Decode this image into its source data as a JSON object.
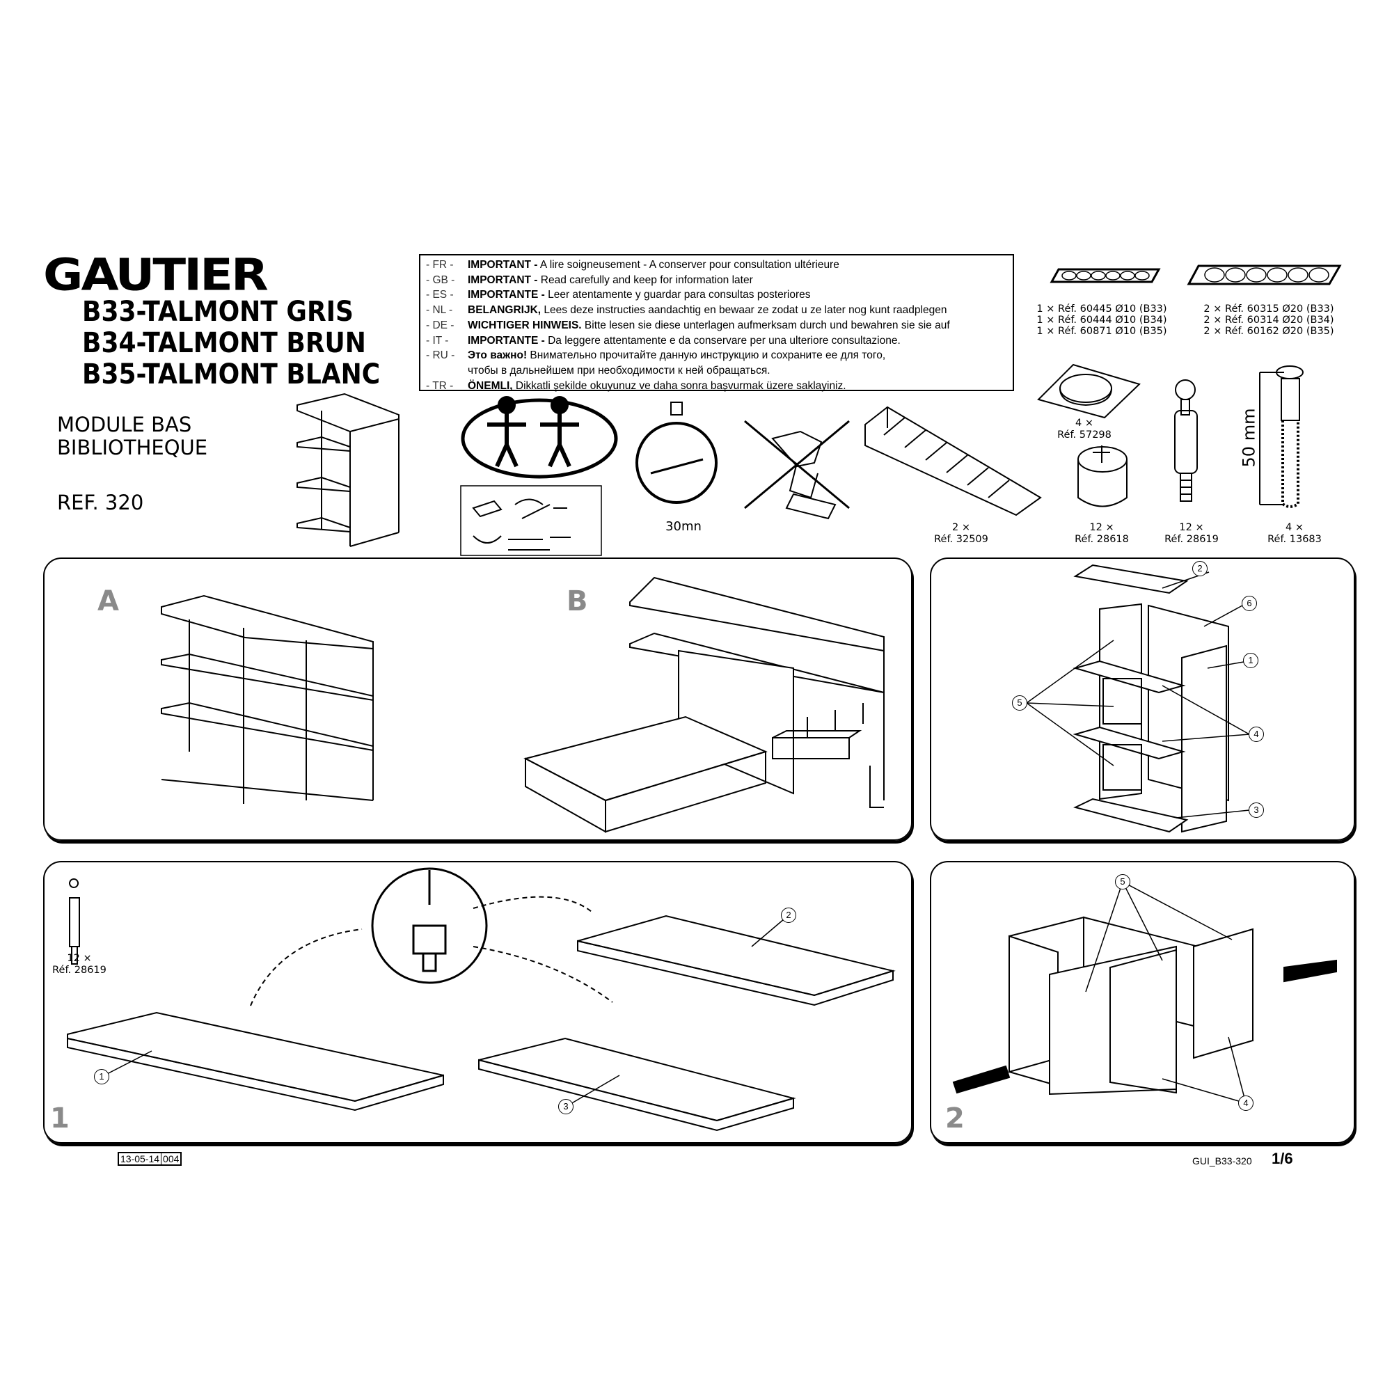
{
  "brand": "GAUTIER",
  "titles": [
    "B33-TALMONT GRIS",
    "B34-TALMONT BRUN",
    "B35-TALMONT BLANC"
  ],
  "module": {
    "line1": "MODULE BAS",
    "line2": "BIBLIOTHEQUE",
    "ref": "REF. 320"
  },
  "notice": [
    {
      "code": "- FR -",
      "bold": "IMPORTANT -",
      "text": " A lire soigneusement - A conserver pour consultation ultérieure"
    },
    {
      "code": "- GB -",
      "bold": "IMPORTANT -",
      "text": " Read carefully and keep for information later"
    },
    {
      "code": "- ES -",
      "bold": "IMPORTANTE -",
      "text": " Leer atentamente y guardar para consultas posteriores"
    },
    {
      "code": "- NL -",
      "bold": "BELANGRIJK,",
      "text": " Lees deze instructies aandachtig en bewaar ze zodat u ze later nog kunt raadplegen"
    },
    {
      "code": "- DE -",
      "bold": "WICHTIGER HINWEIS.",
      "text": " Bitte lesen sie diese unterlagen aufmerksam durch und bewahren sie sie auf"
    },
    {
      "code": "-  IT  -",
      "bold": "IMPORTANTE -",
      "text": " Da leggere attentamente e da conservare per una ulteriore consultazione."
    },
    {
      "code": "- RU -",
      "bold": "Это важно!",
      "text": " Внимательно прочитайте данную инструкцию и сохраните ее для того,"
    },
    {
      "code": "",
      "bold": "",
      "text": "чтобы в дальнейшем при необходимости к ней обращаться."
    },
    {
      "code": "- TR -",
      "bold": "ÖNEMLI,",
      "text": " Dikkatli şekilde okuyunuz ve daha sonra başvurmak üzere saklayiniz."
    }
  ],
  "time_label": "30mn",
  "caps_small": [
    "1 × Réf. 60445 Ø10 (B33)",
    "1 × Réf. 60444 Ø10 (B34)",
    "1 × Réf. 60871 Ø10 (B35)"
  ],
  "caps_large": [
    "2 × Réf. 60315 Ø20 (B33)",
    "2 × Réf. 60314 Ø20 (B34)",
    "2 × Réf. 60162 Ø20 (B35)"
  ],
  "hardware": [
    {
      "qty": "2 ×",
      "ref": "Réf. 32509"
    },
    {
      "qty": "4 ×",
      "ref": "Réf. 57298"
    },
    {
      "qty": "12 ×",
      "ref": "Réf. 28618"
    },
    {
      "qty": "12 ×",
      "ref": "Réf. 28619"
    },
    {
      "qty": "4 ×",
      "ref": "Réf. 13683"
    }
  ],
  "screw_length": "50 mm",
  "panels": {
    "overview": {
      "label_a": "A",
      "label_b": "B"
    },
    "parts": {
      "callouts": [
        "2",
        "6",
        "1",
        "5",
        "4",
        "3"
      ]
    },
    "step1": {
      "label": "1",
      "hw_qty": "12 ×",
      "hw_ref": "Réf. 28619",
      "callouts": [
        "1",
        "2",
        "3"
      ]
    },
    "step2": {
      "label": "2",
      "callouts": [
        "5",
        "4"
      ]
    }
  },
  "footer": {
    "date": "13-05-14",
    "version": "004",
    "doc_code": "GUI_B33-320",
    "page": "1/6"
  }
}
